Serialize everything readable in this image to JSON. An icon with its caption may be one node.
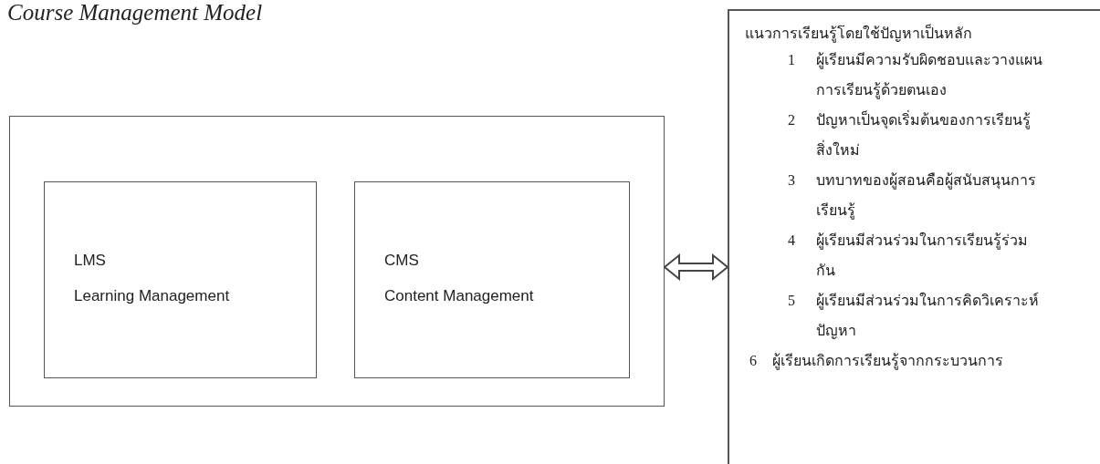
{
  "diagram": {
    "title": "Course Management Model",
    "nodes": [
      {
        "text": [],
        "shape": "box"
      },
      {
        "text": [
          "LMS",
          "Learning Management"
        ],
        "in": 0
      },
      {
        "text": [
          "CMS",
          "Content Management"
        ],
        "in": 0
      },
      {
        "text": [
          "แนวการเรียนรู้โดยใช้ปัญหาเป็นหลัก",
          "1",
          "ผู้เรียนมีความรับผิดชอบและวางแผนการเรียนรู้ด้วยตนเอง",
          "2",
          "ปัญหาเป็นจุดเริ่มต้นของการเรียนรู้สิ่งใหม่",
          "3",
          "บทบาทของผู้สอนคือผู้สนับสนุนการเรียนรู้",
          "4",
          "ผู้เรียนมีส่วนร่วมในการเรียนรู้ร่วมกัน",
          "5",
          "ผู้เรียนมีส่วนร่วมในการคิดวิเคราะห์ปัญหา",
          "6",
          "ผู้เรียนเกิดการเรียนรู้จากกระบวนการ"
        ]
      }
    ],
    "edges": [
      {
        "from": 0,
        "to": 3,
        "arrow": "both"
      }
    ]
  }
}
